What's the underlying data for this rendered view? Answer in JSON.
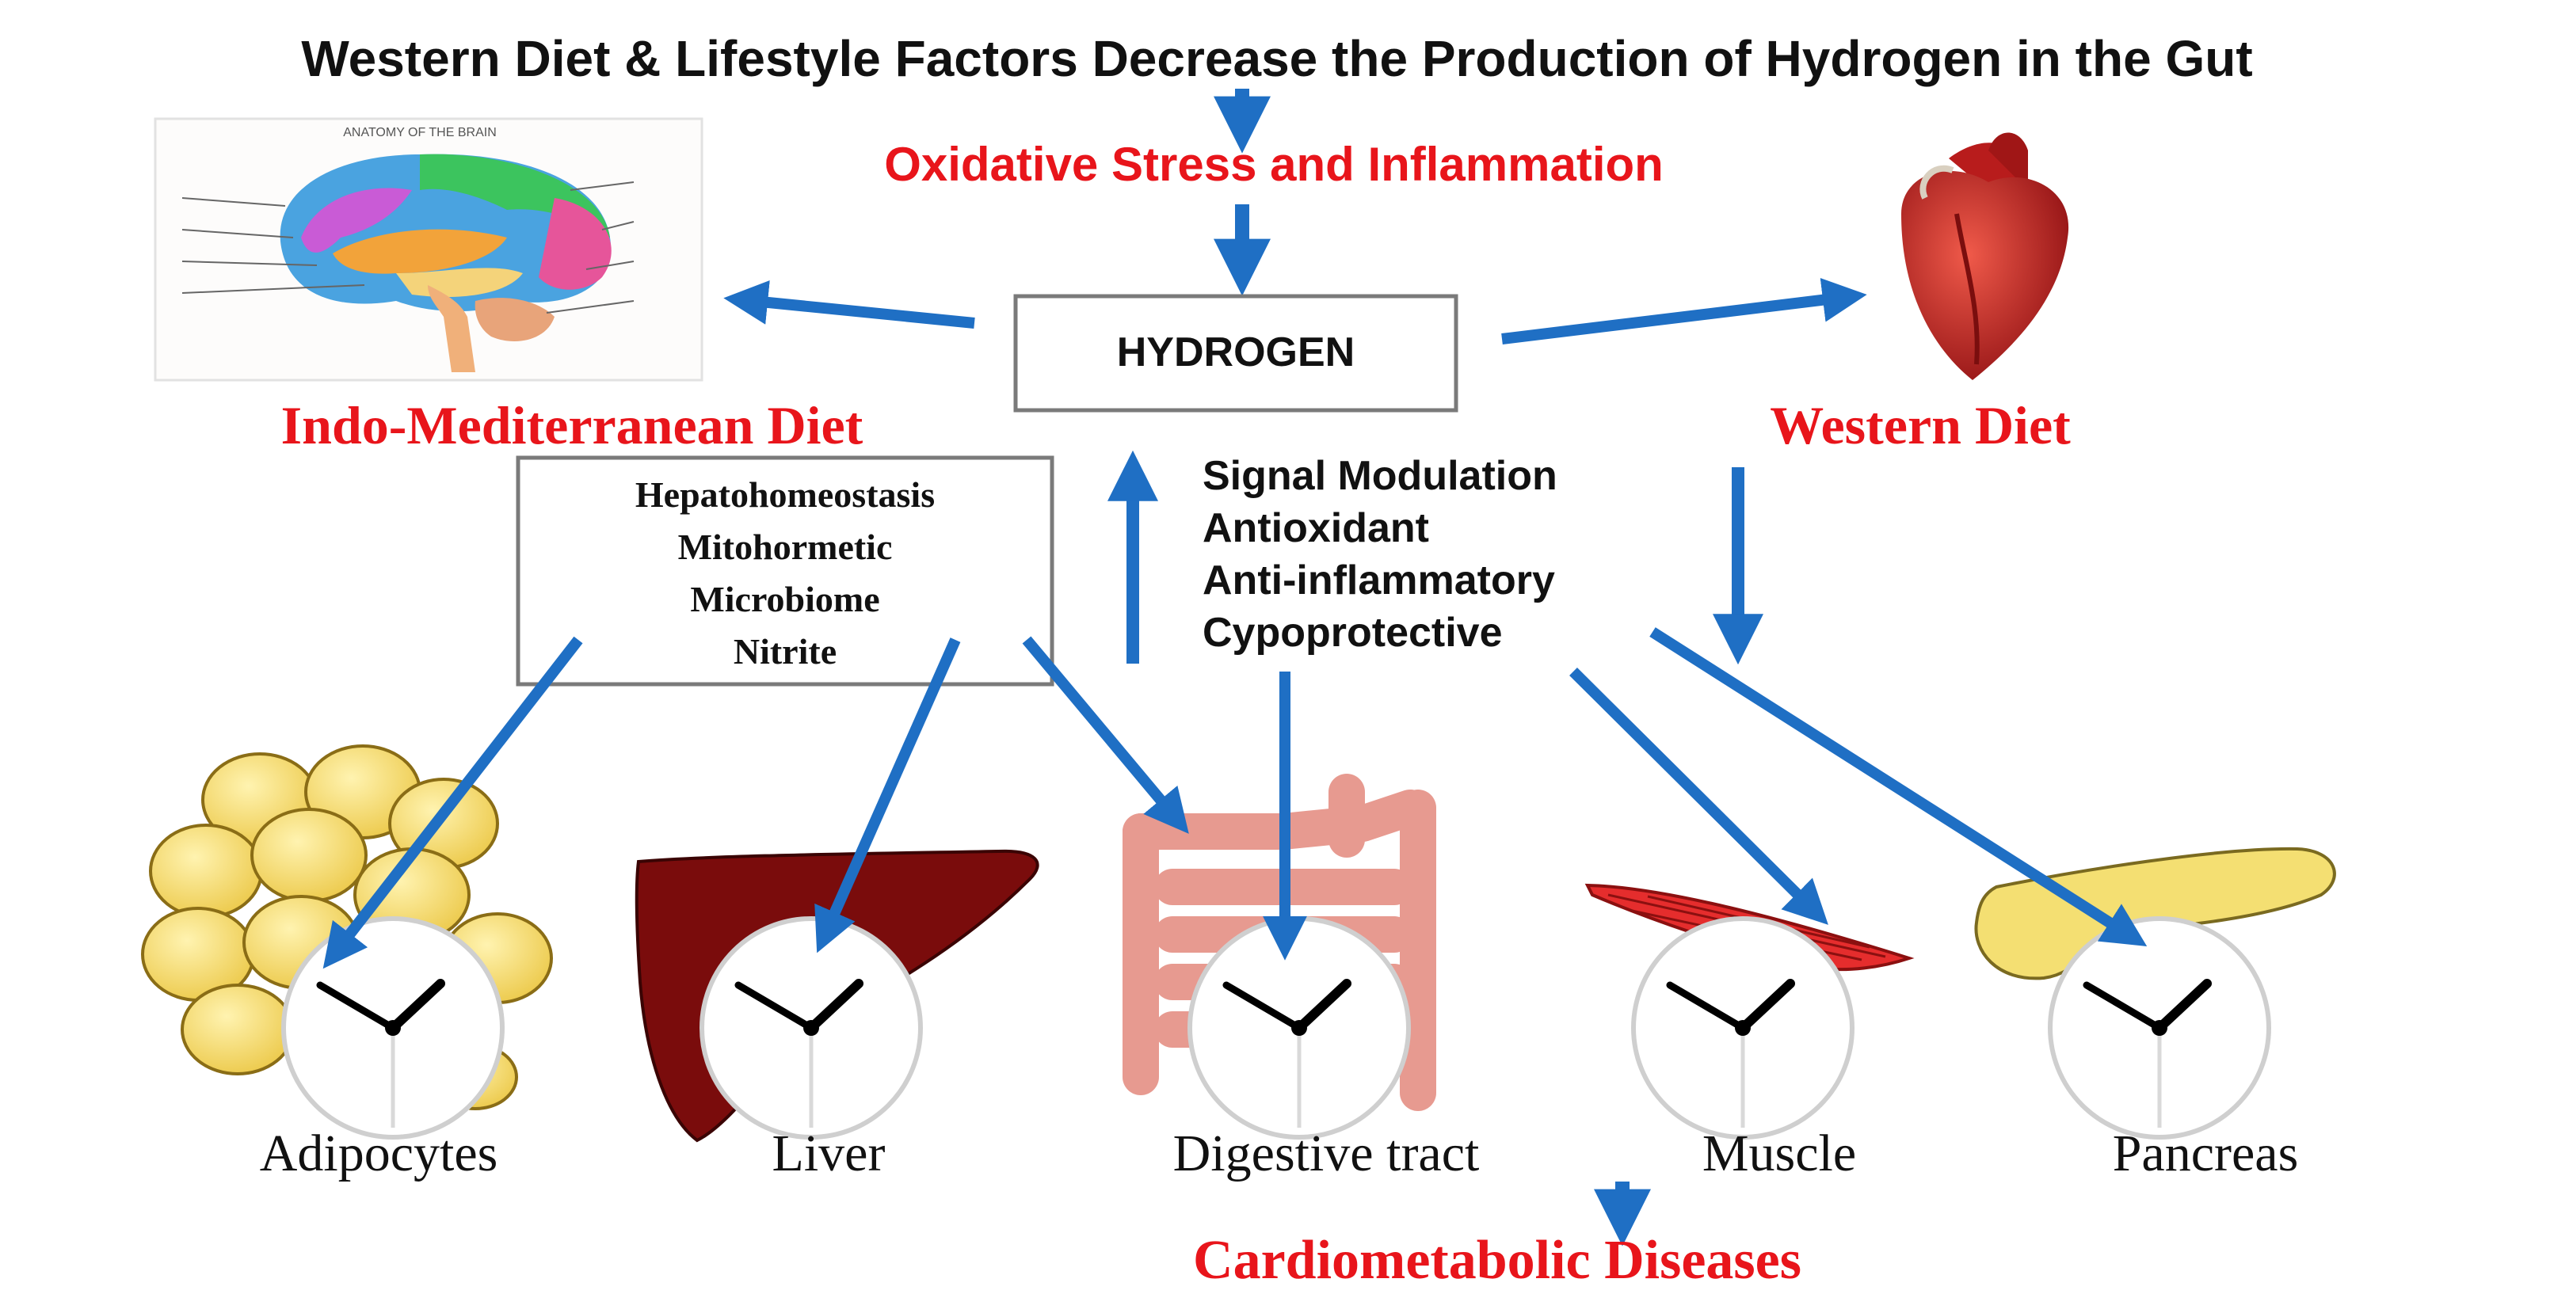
{
  "title": "Western Diet & Lifestyle Factors Decrease the Production of Hydrogen in the Gut",
  "stress_label": "Oxidative Stress and Inflammation",
  "brain_caption": "ANATOMY OF THE BRAIN",
  "hydrogen_label": "HYDROGEN",
  "left_diet": "Indo-Mediterranean Diet",
  "right_diet": "Western Diet",
  "mechanisms": [
    "Hepatohomeostasis",
    "Mitohormetic",
    "Microbiome",
    "Nitrite"
  ],
  "effects": [
    "Signal Modulation",
    "Antioxidant",
    "Anti-inflammatory",
    "Cypoprotective"
  ],
  "organs": [
    "Adipocytes",
    "Liver",
    "Digestive tract",
    "Muscle",
    "Pancreas"
  ],
  "outcome": "Cardiometabolic Diseases",
  "colors": {
    "arrow": "#1f6fc4",
    "red_text": "#e8151b",
    "fat": "#f5dc6a",
    "liver": "#7a0c0c",
    "gut": "#e79a90",
    "muscle": "#e52d2d",
    "pancreas": "#f4df72",
    "heart": "#c8201f"
  }
}
